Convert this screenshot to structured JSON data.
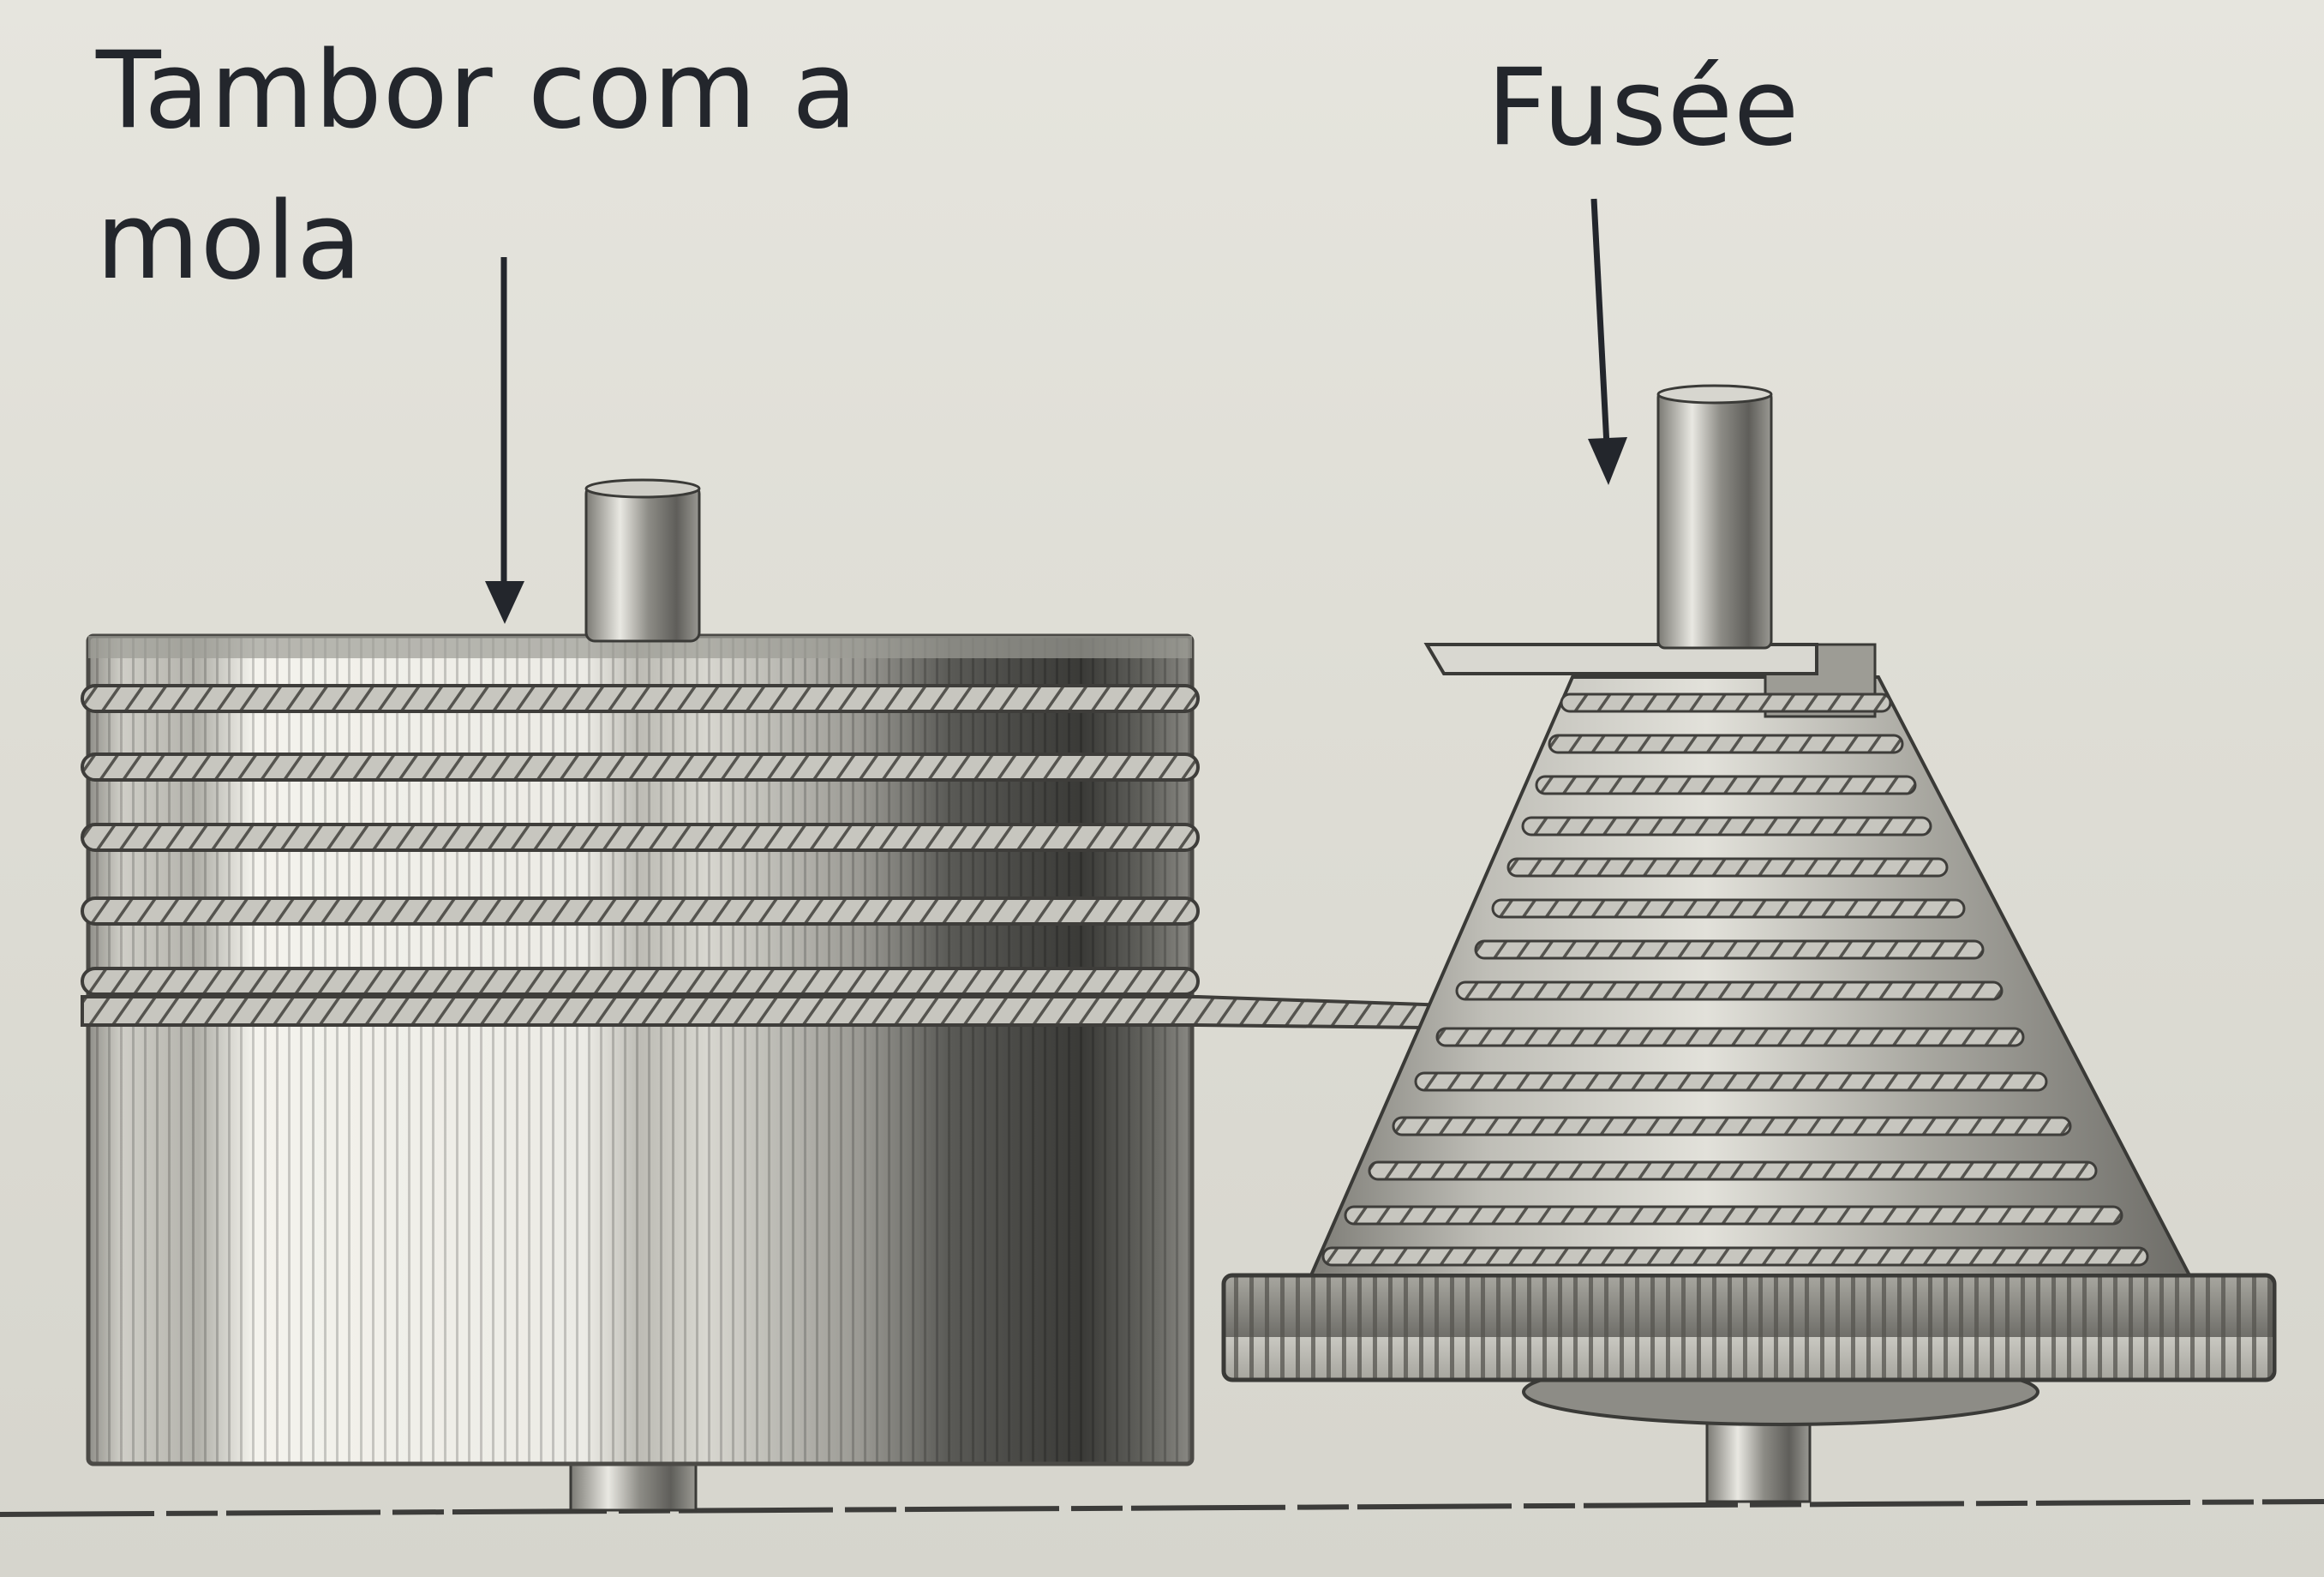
{
  "labels": {
    "barrel_line1": "Tambor com a",
    "barrel_line2": "mola",
    "fusee": "Fusée"
  },
  "colors": {
    "ink": "#23262c",
    "paper": "#e2e1da",
    "metal_light": "#f1f0ea",
    "metal_mid": "#b7b6ae",
    "metal_dark": "#3a3a38"
  }
}
